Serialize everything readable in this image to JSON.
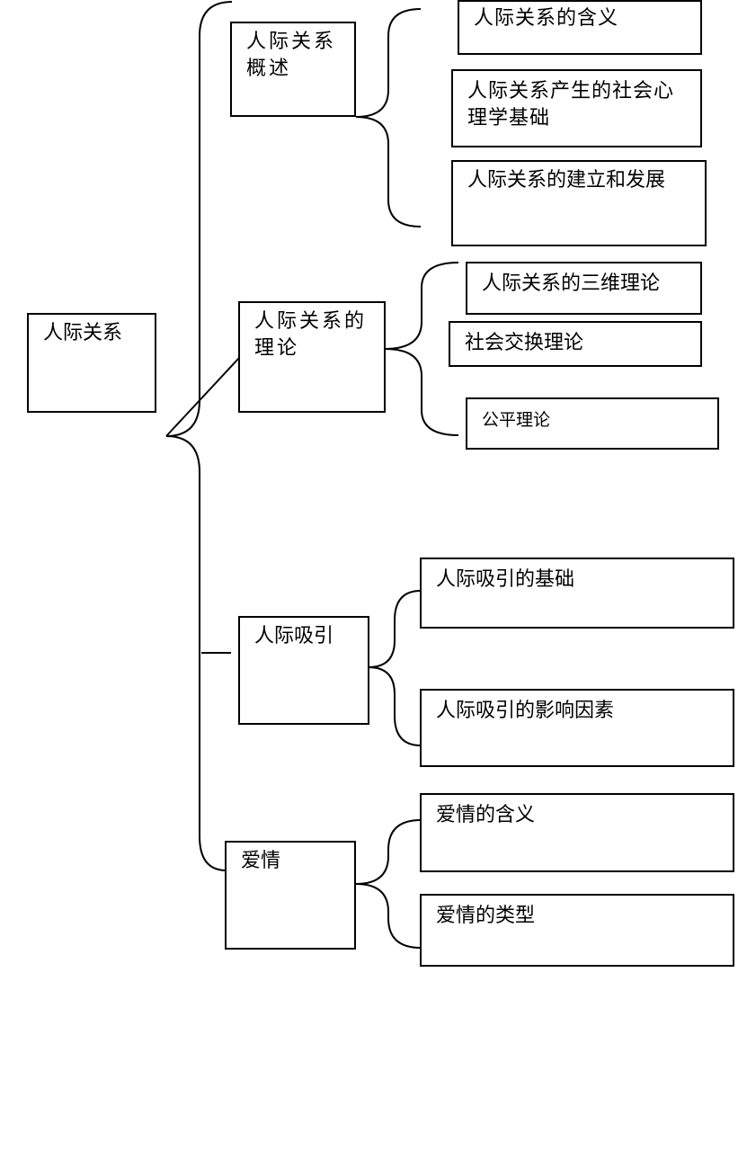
{
  "diagram": {
    "root": "人际关系",
    "branches": [
      {
        "label": "人际关系概述",
        "children": [
          "人际关系的含义",
          "人际关系产生的社会心理学基础",
          "人际关系的建立和发展"
        ]
      },
      {
        "label": "人际关系的理论",
        "children": [
          "人际关系的三维理论",
          "社会交换理论",
          "公平理论"
        ]
      },
      {
        "label": "人际吸引",
        "children": [
          "人际吸引的基础",
          "人际吸引的影响因素"
        ]
      },
      {
        "label": "爱情",
        "children": [
          "爱情的含义",
          "爱情的类型"
        ]
      }
    ]
  }
}
